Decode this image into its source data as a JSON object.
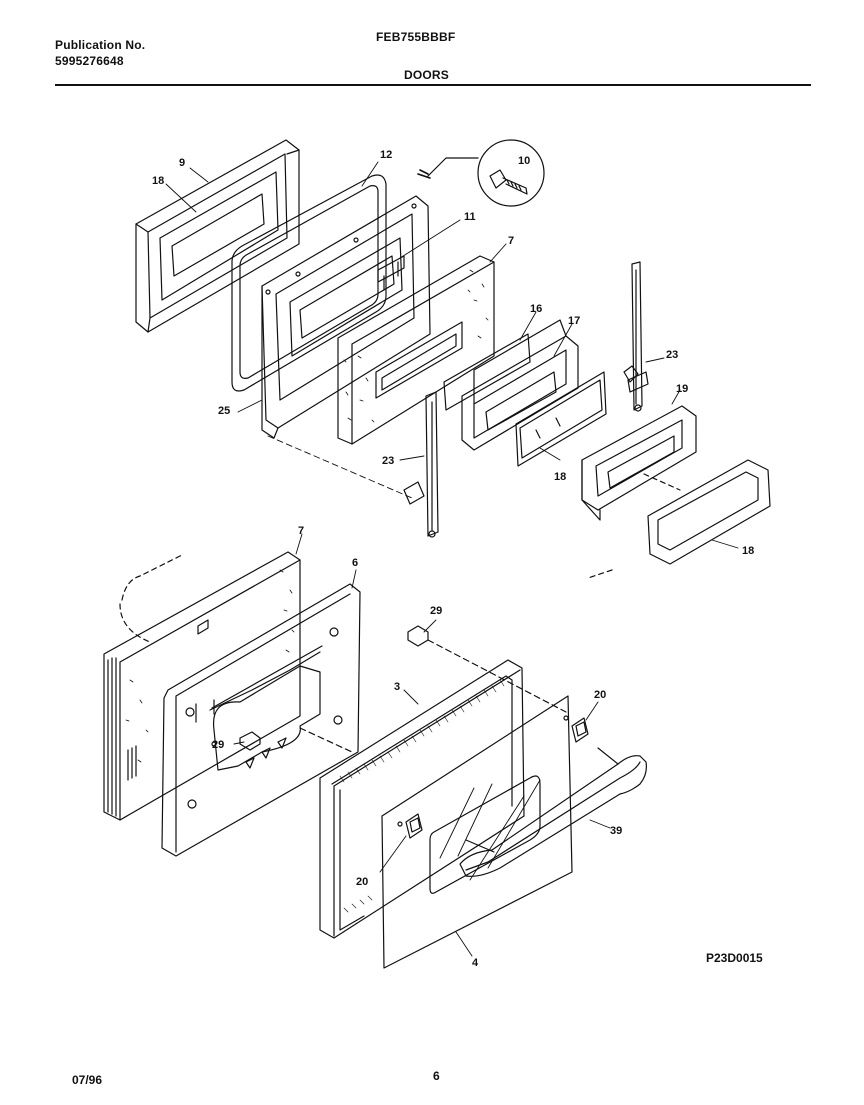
{
  "header": {
    "publication_label": "Publication No.",
    "publication_number": "5995276648",
    "model": "FEB755BBBF",
    "section_title": "DOORS"
  },
  "diagram": {
    "code": "P23D0015",
    "callouts": {
      "c9": "9",
      "c18a": "18",
      "c12": "12",
      "c10": "10",
      "c11": "11",
      "c7a": "7",
      "c16": "16",
      "c17": "17",
      "c23a": "23",
      "c19": "19",
      "c25": "25",
      "c23b": "23",
      "c18b": "18",
      "c18c": "18",
      "c7b": "7",
      "c6": "6",
      "c29a": "29",
      "c3": "3",
      "c20a": "20",
      "c29b": "29",
      "c39": "39",
      "c20b": "20",
      "c4": "4"
    }
  },
  "footer": {
    "date": "07/96",
    "page": "6"
  }
}
